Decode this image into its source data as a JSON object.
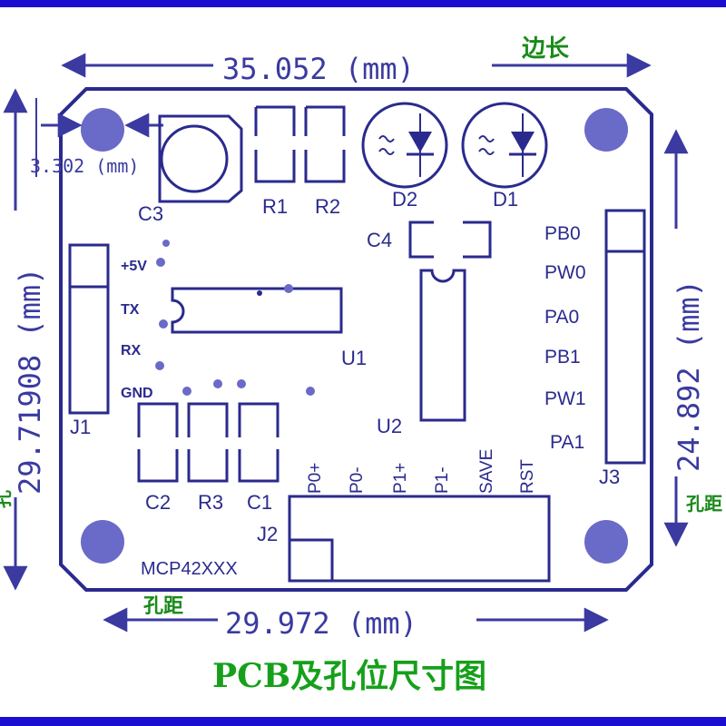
{
  "title": "PCB及孔位尺寸图",
  "colors": {
    "board_outline": "#2a2a8e",
    "hole": "#6a6ac8",
    "dimension": "#3a3aa0",
    "annotation_cn": "#1a8a1a",
    "title": "#16a01a",
    "frame": "#1a0fd0"
  },
  "dimensions": {
    "width": "35.052 (mm)",
    "height": "29.71908 (mm)",
    "hole_spacing_x": "29.972 (mm)",
    "hole_spacing_y": "24.892 (mm)",
    "hole_offset": "3.302 (mm)"
  },
  "annotations": {
    "side_length": "边长",
    "hole_distance": "孔距",
    "hole_distance_right": "孔距",
    "left_edge_mark": "孔"
  },
  "components": {
    "c3": "C3",
    "r1": "R1",
    "r2": "R2",
    "d2": "D2",
    "d1": "D1",
    "c4": "C4",
    "u1": "U1",
    "u2": "U2",
    "j1": "J1",
    "j2": "J2",
    "j3": "J3",
    "c2": "C2",
    "r3": "R3",
    "c1": "C1",
    "chip": "MCP42XXX"
  },
  "j1_pins": [
    "+5V",
    "TX",
    "RX",
    "GND"
  ],
  "j3_pins": [
    "PB0",
    "PW0",
    "PA0",
    "PB1",
    "PW1",
    "PA1"
  ],
  "j2_pins": [
    "P0+",
    "P0-",
    "P1+",
    "P1-",
    "SAVE",
    "RST"
  ],
  "icons": [
    "mounting-hole-icon",
    "led-icon",
    "capacitor-icon"
  ]
}
